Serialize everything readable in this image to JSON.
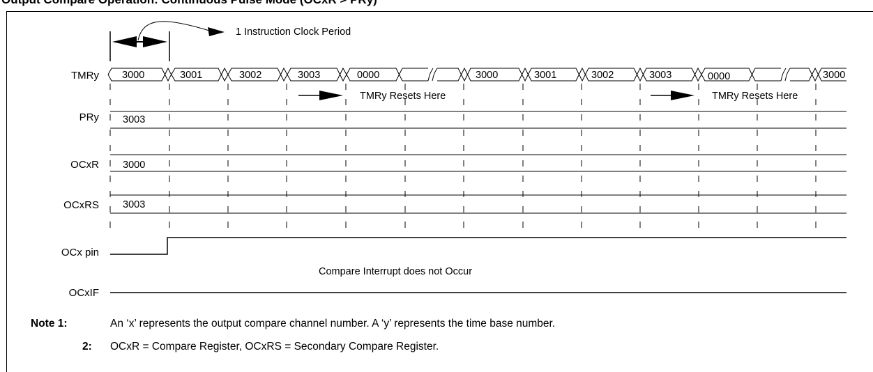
{
  "title": "Output Compare Operation: Continuous Pulse Mode (OCxR > PRy)",
  "clock_label": "1 Instruction Clock Period",
  "signals": {
    "tmr": "TMRy",
    "pr": "PRy",
    "ocr": "OCxR",
    "ocrs": "OCxRS",
    "pin": "OCx pin",
    "ocif": "OCxIF"
  },
  "tmr_values": {
    "s1": [
      "3000",
      "3001",
      "3002",
      "3003",
      "0000"
    ],
    "s2": [
      "3000",
      "3001",
      "3002",
      "3003",
      "0000"
    ],
    "tail": "3000"
  },
  "reset_label": "TMRy Resets Here",
  "register_values": {
    "pr": "3003",
    "ocr": "3000",
    "ocrs": "3003"
  },
  "interrupt_note": "Compare Interrupt does not Occur",
  "notes": {
    "heading": "Note",
    "n1_num": "1:",
    "n1_text": "An ‘x’ represents the output compare channel number. A ‘y’ represents the time base number.",
    "n2_num": "2:",
    "n2_text": "OCxR = Compare Register, OCxRS = Secondary Compare Register."
  }
}
